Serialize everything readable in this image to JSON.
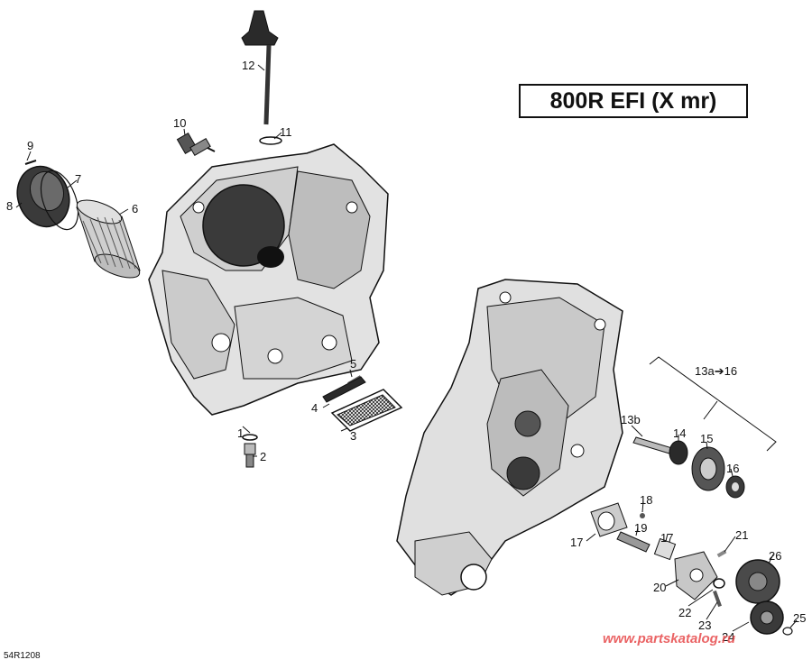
{
  "title": "800R EFI (X mr)",
  "reference_code": "54R1208",
  "watermark": "www.partskatalog.ru",
  "group_label": "13a➔16",
  "callouts": {
    "c1": "1",
    "c2": "2",
    "c3": "3",
    "c4": "4",
    "c5": "5",
    "c6": "6",
    "c7": "7",
    "c8": "8",
    "c9": "9",
    "c10": "10",
    "c11": "11",
    "c12": "12",
    "c13b": "13b",
    "c14": "14",
    "c15": "15",
    "c16": "16",
    "c17a": "17",
    "c17b": "17",
    "c18": "18",
    "c19": "19",
    "c20": "20",
    "c21": "21",
    "c22": "22",
    "c23": "23",
    "c24": "24",
    "c25": "25",
    "c26": "26"
  },
  "colors": {
    "line": "#111111",
    "part_light": "#d9d9d9",
    "part_mid": "#9a9a9a",
    "part_dark": "#2a2a2a",
    "watermark": "#e7484a"
  }
}
